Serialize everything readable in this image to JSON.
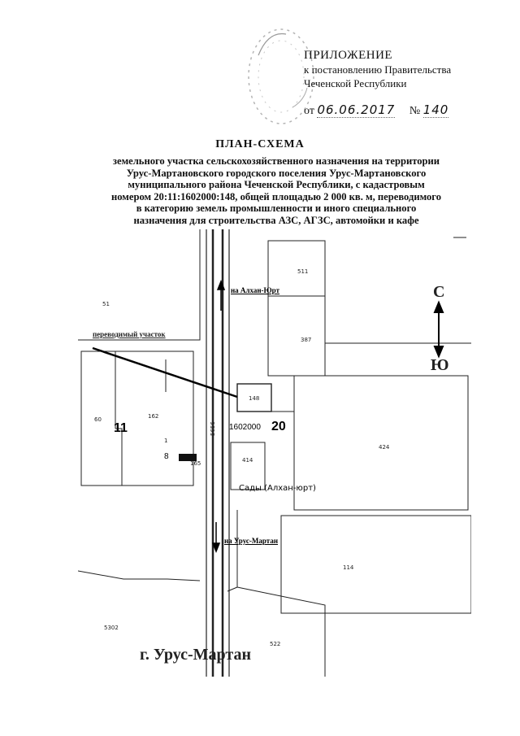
{
  "appendix": {
    "title": "ПРИЛОЖЕНИЕ",
    "line1": "к постановлению Правительства",
    "line2": "Чеченской Республики",
    "date_prefix": "от",
    "date": "06.06.2017",
    "number_prefix": "№",
    "number": "140"
  },
  "title": "ПЛАН-СХЕМА",
  "subtitle_lines": [
    "земельного участка сельскохозяйственного назначения на территории",
    "Урус-Мартановского городского поселения Урус-Мартановского",
    "муниципального района Чеченской Республики, с кадастровым",
    "номером 20:11:1602000:148, общей площадью 2 000 кв. м, переводимого",
    "в категорию земель промышленности и иного специального",
    "назначения для строительства АЗС, АГЗС, автомойки и кафе"
  ],
  "map": {
    "annotation": "переводимый участок",
    "road_north": "на Алхан-Юрт",
    "road_south": "на Урус-Мартан",
    "road_code": "5656",
    "compass_north": "С",
    "compass_south": "Ю",
    "city": "г. Урус-Мартан",
    "quarter_district": "11",
    "quarter_region": "20",
    "quarter_block": "1602000",
    "garden": "Сады (Алхан-юрт)",
    "parcels": {
      "p511": "511",
      "p51": "51",
      "p387": "387",
      "p148": "148",
      "p60": "60",
      "p162": "162",
      "p414": "414",
      "p424": "424",
      "p114": "114",
      "p5302": "5302",
      "p522": "522",
      "p1": "1",
      "p8": "8",
      "p165": "165"
    }
  }
}
